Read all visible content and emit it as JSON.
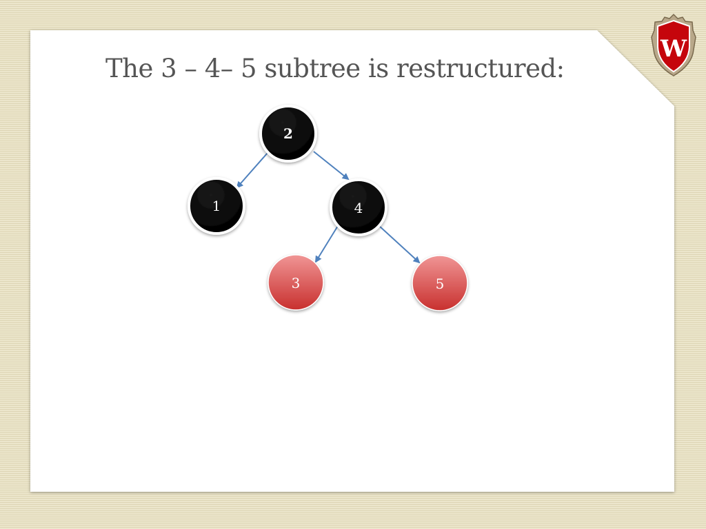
{
  "slide": {
    "title": "The 3 – 4– 5 subtree is restructured:"
  },
  "logo": {
    "icon": "uw-crest-icon",
    "letter": "W"
  },
  "tree": {
    "nodes": [
      {
        "id": "n2",
        "label": "2",
        "color": "black"
      },
      {
        "id": "n1",
        "label": "1",
        "color": "black"
      },
      {
        "id": "n4",
        "label": "4",
        "color": "black"
      },
      {
        "id": "n3",
        "label": "3",
        "color": "red"
      },
      {
        "id": "n5",
        "label": "5",
        "color": "red"
      }
    ],
    "edges": [
      {
        "from": "2",
        "to": "1"
      },
      {
        "from": "2",
        "to": "4"
      },
      {
        "from": "4",
        "to": "3"
      },
      {
        "from": "4",
        "to": "5"
      }
    ]
  },
  "colors": {
    "black_node": "#000000",
    "red_node_top": "#f08a8a",
    "red_node_bottom": "#c9302e",
    "edge": "#4f81bd",
    "title_text": "#555555",
    "crest_red": "#c5050c"
  }
}
